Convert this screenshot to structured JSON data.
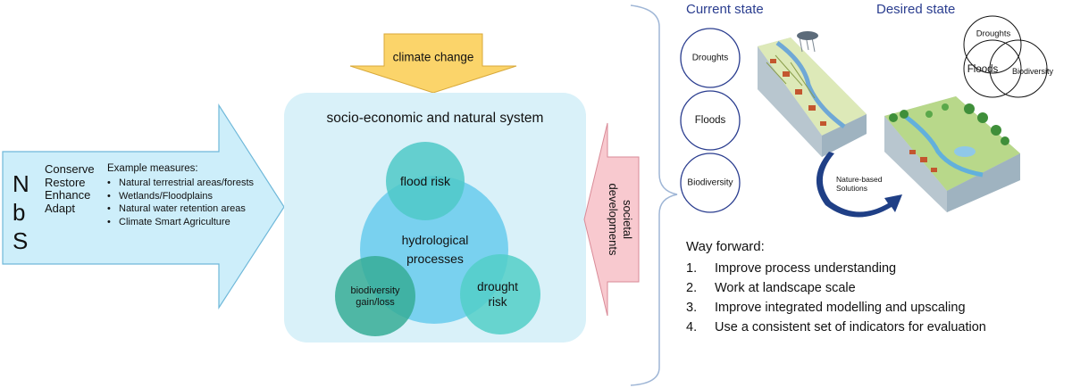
{
  "nbs": {
    "letters": [
      "N",
      "b",
      "S"
    ],
    "verbs": [
      "Conserve",
      "Restore",
      "Enhance",
      "Adapt"
    ],
    "measures_title": "Example measures:",
    "measures": [
      "Natural terrestrial areas/forests",
      "Wetlands/Floodplains",
      "Natural water retention areas",
      "Climate Smart Agriculture"
    ],
    "arrow_color": "#cdeefa"
  },
  "climate_arrow": {
    "label": "climate change",
    "color": "#fbd46a"
  },
  "societal_arrow": {
    "label": "societal developments",
    "color": "#f8c9cf"
  },
  "system": {
    "title": "socio-economic and natural system",
    "box_color": "#d9f1f9",
    "center_label": "hydrological processes",
    "top_label": "flood risk",
    "left_label": "biodiversity gain/loss",
    "right_label": "drought risk",
    "colors": {
      "center": "#74cfee",
      "top": "#4fc9c8",
      "left": "#36ad96",
      "right": "#52cfc8"
    }
  },
  "current_state": {
    "title": "Current state",
    "circles": [
      "Droughts",
      "Floods",
      "Biodiversity"
    ]
  },
  "desired_state": {
    "title": "Desired state",
    "circles": [
      "Droughts",
      "Floods",
      "Biodiversity"
    ]
  },
  "transition": {
    "label": "Nature-based Solutions",
    "arrow_color": "#1f3f86"
  },
  "way_forward": {
    "title": "Way forward:",
    "items": [
      {
        "num": "1.",
        "text": "Improve process understanding"
      },
      {
        "num": "2.",
        "text": "Work at landscape scale"
      },
      {
        "num": "3.",
        "text": "Improve integrated modelling and upscaling"
      },
      {
        "num": "4.",
        "text": "Use a consistent set of indicators for evaluation"
      }
    ]
  },
  "title_color": "#2a3d8f"
}
